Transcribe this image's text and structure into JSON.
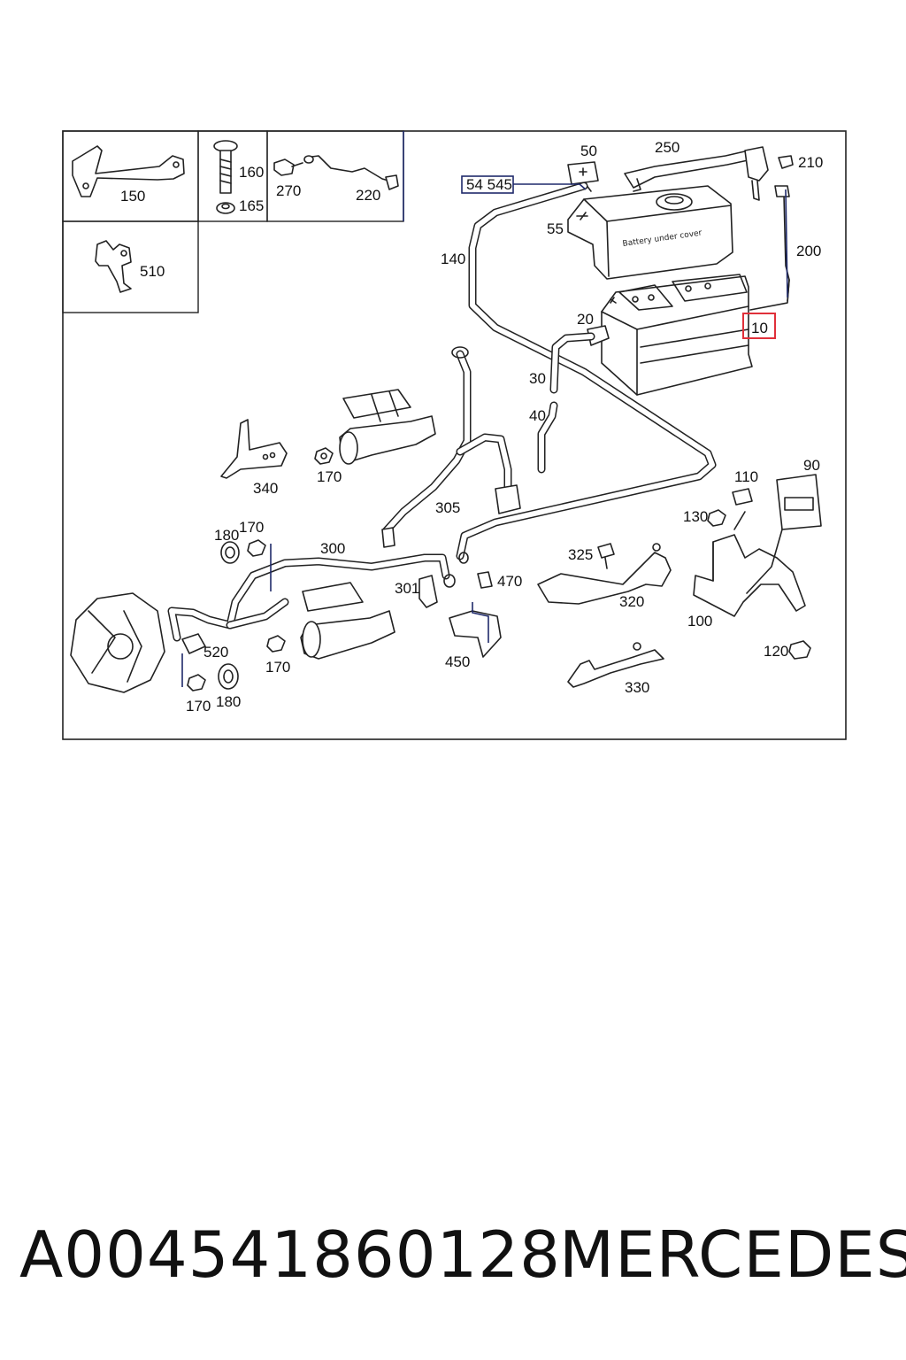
{
  "diagram": {
    "battery_text": "Battery under cover",
    "callouts": {
      "c150": "150",
      "c160": "160",
      "c165": "165",
      "c270": "270",
      "c220": "220",
      "c510": "510",
      "c54545": "54 545",
      "c50": "50",
      "c250": "250",
      "c210": "210",
      "c55": "55",
      "c140": "140",
      "c200": "200",
      "c20": "20",
      "c10": "10",
      "c30": "30",
      "c40": "40",
      "c340": "340",
      "c170a": "170",
      "c305": "305",
      "c110": "110",
      "c90": "90",
      "c130": "130",
      "c180a": "180",
      "c170b": "170",
      "c300": "300",
      "c325": "325",
      "c301": "301",
      "c470": "470",
      "c320": "320",
      "c100": "100",
      "c520": "520",
      "c450": "450",
      "c170c": "170",
      "c120": "120",
      "c330": "330",
      "c170d": "170",
      "c180b": "180"
    },
    "highlight_color": "#e0303a",
    "leader_color": "#1f2a6b"
  },
  "footer": {
    "part_number": "A004541860128",
    "brand": "MERCEDES"
  }
}
